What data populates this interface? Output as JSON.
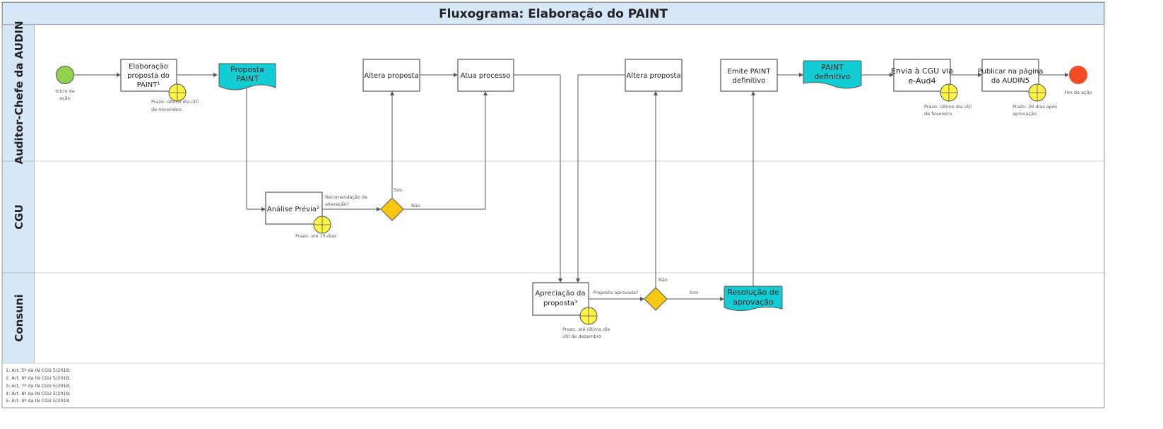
{
  "title": "Fluxograma: Elaboração do PAINT",
  "colors": {
    "header_bg": "#d6e8f8",
    "start": "#8fd14f",
    "end": "#f24d24",
    "document": "#12cdd4",
    "decision": "#fac710",
    "timer": "#fef445"
  },
  "lanes": [
    "Auditor-Chefe da AUDIN",
    "CGU",
    "Consuni"
  ],
  "nodes": {
    "start": {
      "label1": "Início da",
      "label2": "ação"
    },
    "elaboracao": {
      "l1": "Elaboração",
      "l2": "proposta do",
      "l3": "PAINT¹",
      "prazo1": "Prazo: último dia útil",
      "prazo2": "de novembro"
    },
    "proposta_paint": {
      "l1": "Proposta",
      "l2": "PAINT"
    },
    "altera1": {
      "l1": "Altera proposta"
    },
    "atua": {
      "l1": "Atua processo"
    },
    "altera2": {
      "l1": "Altera proposta"
    },
    "emite": {
      "l1": "Emite PAINT",
      "l2": "definitivo"
    },
    "paint_def": {
      "l1": "PAINT",
      "l2": "definitivo"
    },
    "envia": {
      "l1": "Envia à CGU via",
      "l2": "e-Aud4",
      "prazo1": "Prazo: último dia útil",
      "prazo2": "de fevereiro"
    },
    "publicar": {
      "l1": "Publicar na página",
      "l2": "da AUDIN5",
      "prazo1": "Prazo: 30 dias após",
      "prazo2": "aprovação"
    },
    "end": {
      "label": "Fim da ação"
    },
    "analise": {
      "l1": "Análise Prévia²",
      "prazo": "Prazo: até 15 dias"
    },
    "decision_cgu": {
      "q1": "Recomendação de",
      "q2": "alteração?",
      "yes": "Sim",
      "no": "Não"
    },
    "apreciacao": {
      "l1": "Apreciação da",
      "l2": "proposta³",
      "prazo1": "Prazo: até último dia",
      "prazo2": "útil de dezembro"
    },
    "decision_consuni": {
      "q": "Proposta aprovada?",
      "yes": "Sim",
      "no": "Não"
    },
    "resolucao": {
      "l1": "Resolução de",
      "l2": "aprovação"
    }
  },
  "footnotes": [
    "1: Art. 5º da IN CGU 5/2018;",
    "2: Art. 6º da IN CGU 5/2018;",
    "3: Art. 7º da IN CGU 5/2018;",
    "4: Art. 8º da IN CGU 5/2018;",
    "5: Art. 9º da IN CGU 5/2018."
  ]
}
